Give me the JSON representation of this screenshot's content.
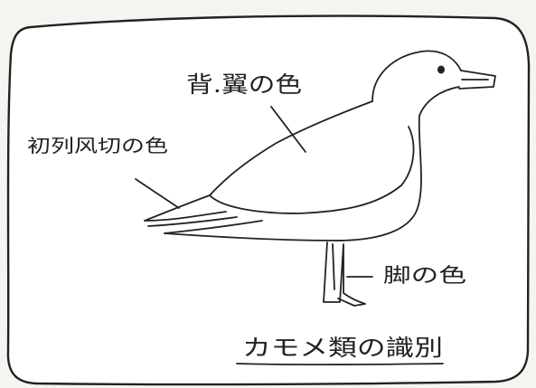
{
  "labels": {
    "back_wing_color": "背.翼の色",
    "primaries_color": "初列风切の色",
    "leg_color": "脚の色",
    "title": "カモメ類の識別"
  },
  "colors": {
    "paper": "#ffffff",
    "ink": "#222222",
    "background": "#f4f4f1"
  }
}
